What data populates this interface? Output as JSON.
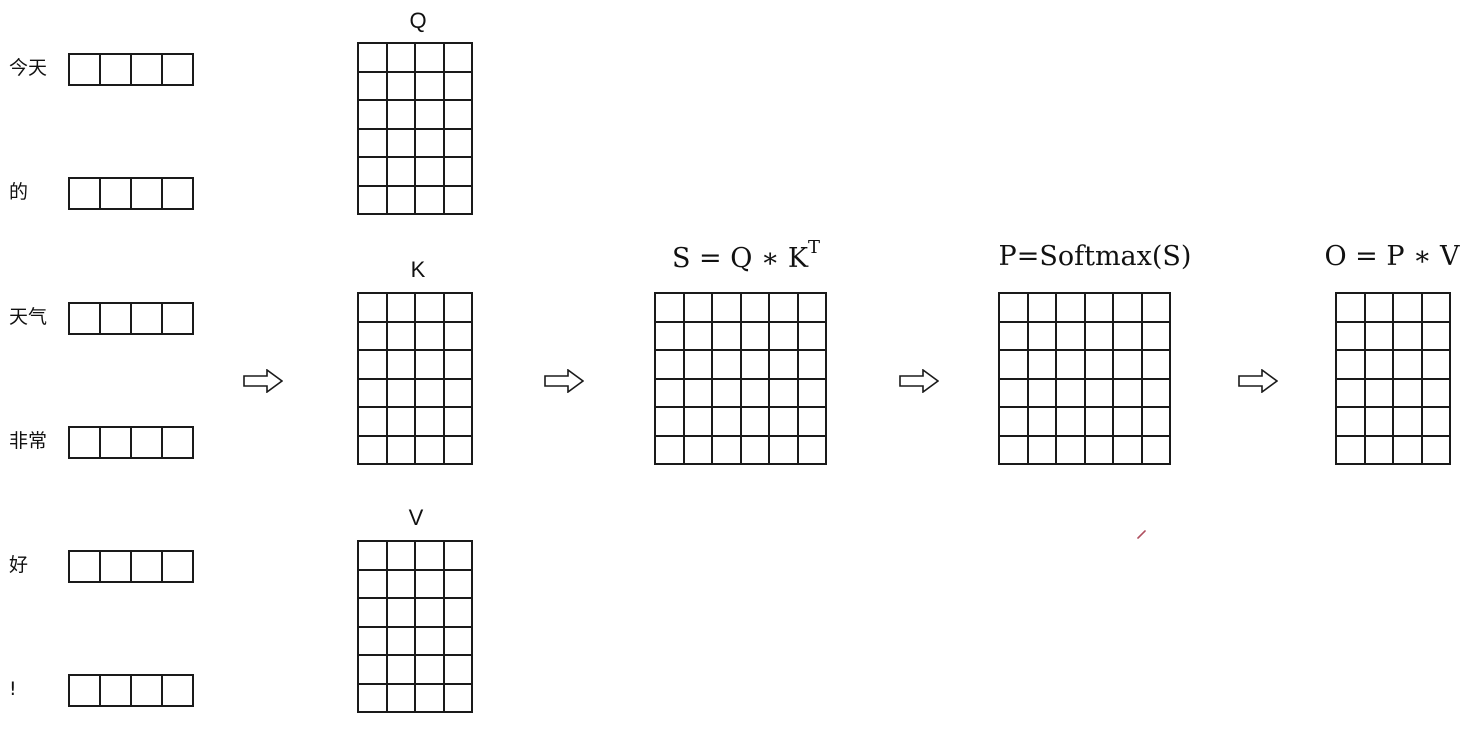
{
  "tokens": [
    "今天",
    "的",
    "天气",
    "非常",
    "好",
    "!"
  ],
  "matrices": {
    "q_label": "Q",
    "k_label": "K",
    "v_label": "V"
  },
  "formulas": {
    "s_lhs": "S = Q ∗ K",
    "s_sup": "T",
    "p": "P=Softmax(S)",
    "o": "O = P ∗ V"
  }
}
